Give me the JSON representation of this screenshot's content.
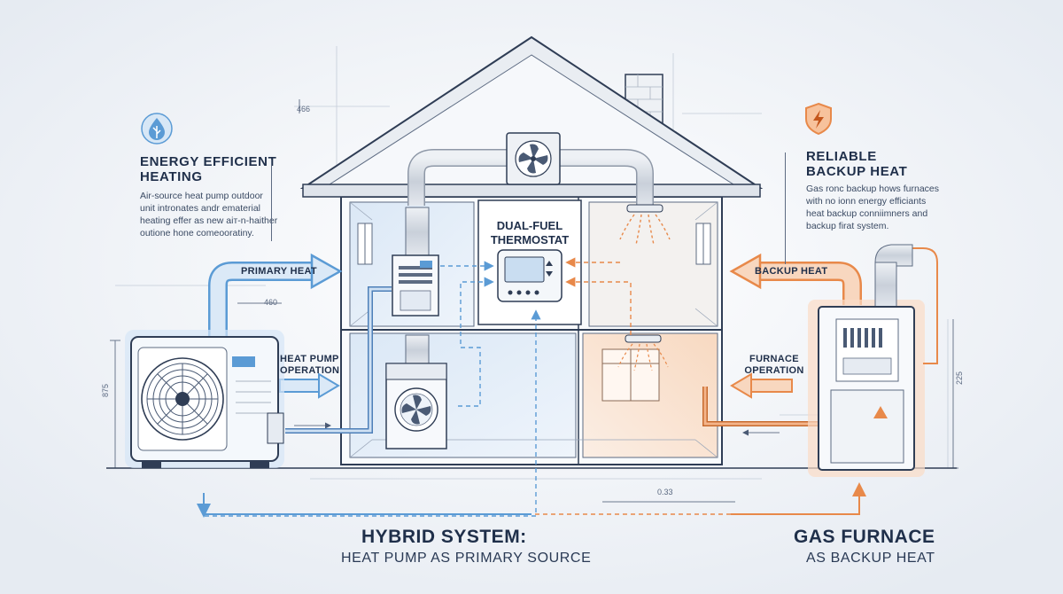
{
  "left_panel": {
    "heading": [
      "ENERGY EFFICIENT",
      "HEATING"
    ],
    "description": [
      "Air-source heat pump outdoor",
      "unit intronates andr ematerial",
      "heating effer as new aiт-n-haither",
      "outione hone comeooratiny."
    ]
  },
  "right_panel": {
    "heading": [
      "RELIABLE",
      "BACKUP HEAT"
    ],
    "description": [
      "Gas ronc backup hows furnaces",
      "with no ionn energy efficiants",
      "heat backup conniimners and",
      "backup firat system."
    ]
  },
  "center": {
    "thermostat_label": [
      "DUAL-FUEL",
      "THERMOSTAT"
    ]
  },
  "arrows": {
    "primary_heat": "PRIMARY HEAT",
    "heat_pump_operation": [
      "HEAT PUMP",
      "OPERATION"
    ],
    "backup_heat": "BACKUP HEAT",
    "furnace_operation": [
      "FURNACE",
      "OPERATION"
    ]
  },
  "dimensions": {
    "top": "466",
    "mid_left": "460",
    "left_vertical": "875",
    "right_vertical": "225",
    "bottom": "0.33"
  },
  "captions": {
    "left_main": "HYBRID SYSTEM:",
    "left_sub": "HEAT PUMP AS PRIMARY SOURCE",
    "right_main": "GAS FURNACE",
    "right_sub": "AS BACKUP HEAT"
  },
  "colors": {
    "cool_blue": "#5b9bd5",
    "warm_orange": "#e8894a",
    "navy": "#24344f"
  },
  "icons": [
    "leaf-drop-icon",
    "shield-bolt-icon"
  ]
}
